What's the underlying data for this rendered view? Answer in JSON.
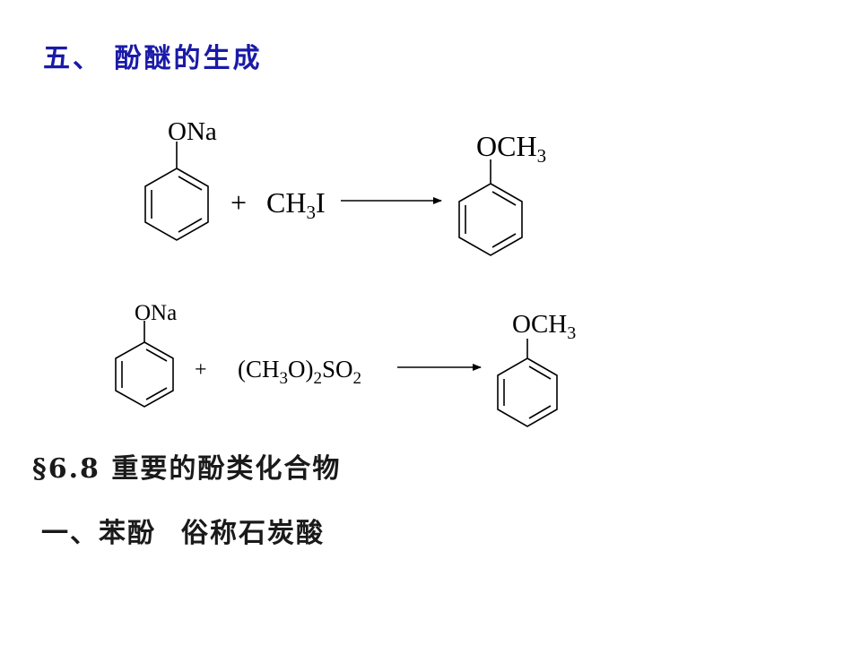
{
  "section_title": "五、 酚醚的生成",
  "reaction1": {
    "reactant_group": "ONa",
    "plus": "+",
    "reagent_main": "CH",
    "reagent_sub": "3",
    "reagent_tail": "I",
    "product_main": "OCH",
    "product_sub": "3"
  },
  "reaction2": {
    "reactant_group": "ONa",
    "plus": "+",
    "reagent_a": "(CH",
    "reagent_sub1": "3",
    "reagent_b": "O)",
    "reagent_sub2": "2",
    "reagent_c": "SO",
    "reagent_sub3": "2",
    "product_main": "OCH",
    "product_sub": "3"
  },
  "section_heading": {
    "number": "§6.8",
    "text": "重要的酚类化合物"
  },
  "subsection": {
    "label": "一、苯酚",
    "alias": "俗称石炭酸"
  }
}
